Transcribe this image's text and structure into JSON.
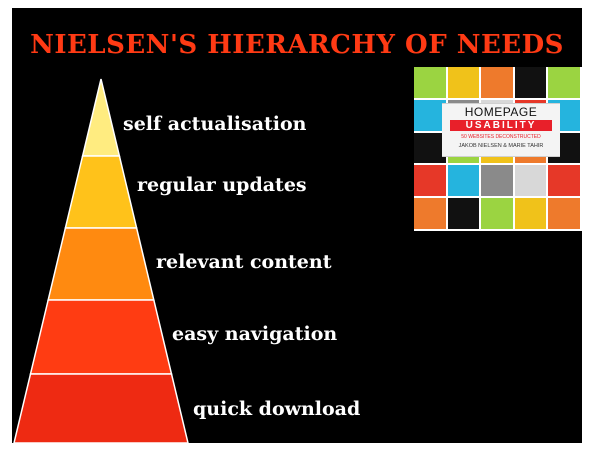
{
  "title": "NIELSEN'S HIERARCHY OF NEEDS",
  "pyramid": {
    "levels": [
      {
        "label": "self actualisation",
        "color": "#ffec80"
      },
      {
        "label": "regular updates",
        "color": "#ffc21a"
      },
      {
        "label": "relevant content",
        "color": "#ff8a10"
      },
      {
        "label": "easy navigation",
        "color": "#ff3c12"
      },
      {
        "label": "quick download",
        "color": "#ee2a12"
      }
    ]
  },
  "book": {
    "title": "HOMEPAGE",
    "subtitle": "USABILITY",
    "tagline": "50 WEBSITES DECONSTRUCTED",
    "authors": "JAKOB NIELSEN & MARIE TAHIR",
    "tile_colors": [
      "#9bd441",
      "#e63828",
      "#f0c21a",
      "#25b4de",
      "#ee7a2c",
      "#8a8a8a",
      "#111111",
      "#d8d8d8"
    ]
  }
}
